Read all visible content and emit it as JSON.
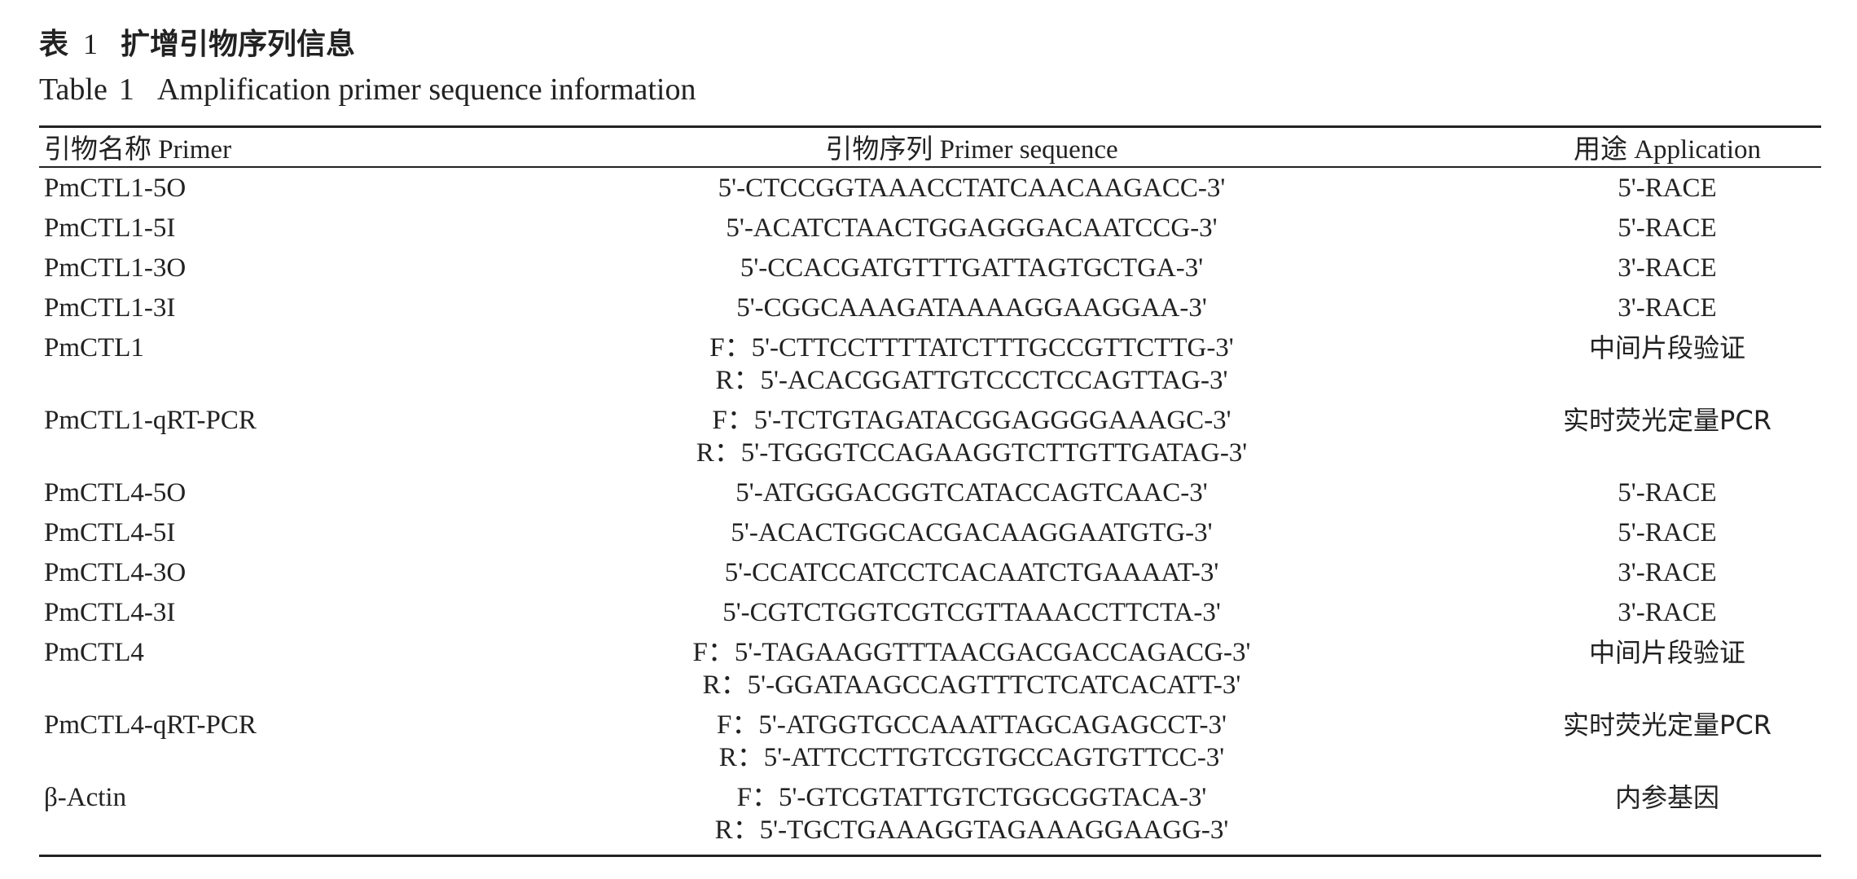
{
  "caption": {
    "cn_label": "表",
    "number": "1",
    "cn_title": "扩增引物序列信息",
    "en_label": "Table",
    "en_title": "Amplification primer sequence information"
  },
  "table": {
    "headers": [
      "引物名称 Primer",
      "引物序列 Primer sequence",
      "用途 Application"
    ],
    "rows": [
      {
        "name": "PmCTL1-5O",
        "seq": [
          "5'-CTCCGGTAAACCTATCAACAAGACC-3'"
        ],
        "app": "5'-RACE"
      },
      {
        "name": "PmCTL1-5I",
        "seq": [
          "5'-ACATCTAACTGGAGGGACAATCCG-3'"
        ],
        "app": "5'-RACE"
      },
      {
        "name": "PmCTL1-3O",
        "seq": [
          "5'-CCACGATGTTTGATTAGTGCTGA-3'"
        ],
        "app": "3'-RACE"
      },
      {
        "name": "PmCTL1-3I",
        "seq": [
          "5'-CGGCAAAGATAAAAGGAAGGAA-3'"
        ],
        "app": "3'-RACE"
      },
      {
        "name": "PmCTL1",
        "seq": [
          "F：5'-CTTCCTTTTATCTTTGCCGTTCTTG-3'",
          "R：5'-ACACGGATTGTCCCTCCAGTTAG-3'"
        ],
        "app": "中间片段验证"
      },
      {
        "name": "PmCTL1-qRT-PCR",
        "seq": [
          "F：5'-TCTGTAGATACGGAGGGGAAAGC-3'",
          "R：5'-TGGGTCCAGAAGGTCTTGTTGATAG-3'"
        ],
        "app": "实时荧光定量PCR"
      },
      {
        "name": "PmCTL4-5O",
        "seq": [
          "5'-ATGGGACGGTCATACCAGTCAAC-3'"
        ],
        "app": "5'-RACE"
      },
      {
        "name": "PmCTL4-5I",
        "seq": [
          "5'-ACACTGGCACGACAAGGAATGTG-3'"
        ],
        "app": "5'-RACE"
      },
      {
        "name": "PmCTL4-3O",
        "seq": [
          "5'-CCATCCATCCTCACAATCTGAAAAT-3'"
        ],
        "app": "3'-RACE"
      },
      {
        "name": "PmCTL4-3I",
        "seq": [
          "5'-CGTCTGGTCGTCGTTAAACCTTCTA-3'"
        ],
        "app": "3'-RACE"
      },
      {
        "name": "PmCTL4",
        "seq": [
          "F：5'-TAGAAGGTTTAACGACGACCAGACG-3'",
          "R：5'-GGATAAGCCAGTTTCTCATCACATT-3'"
        ],
        "app": "中间片段验证"
      },
      {
        "name": "PmCTL4-qRT-PCR",
        "seq": [
          "F：5'-ATGGTGCCAAATTAGCAGAGCCT-3'",
          "R：5'-ATTCCTTGTCGTGCCAGTGTTCC-3'"
        ],
        "app": "实时荧光定量PCR"
      },
      {
        "name": "β-Actin",
        "seq": [
          "F：5'-GTCGTATTGTCTGGCGGTACA-3'",
          "R：5'-TGCTGAAAGGTAGAAAGGAAGG-3'"
        ],
        "app": "内参基因"
      }
    ]
  }
}
